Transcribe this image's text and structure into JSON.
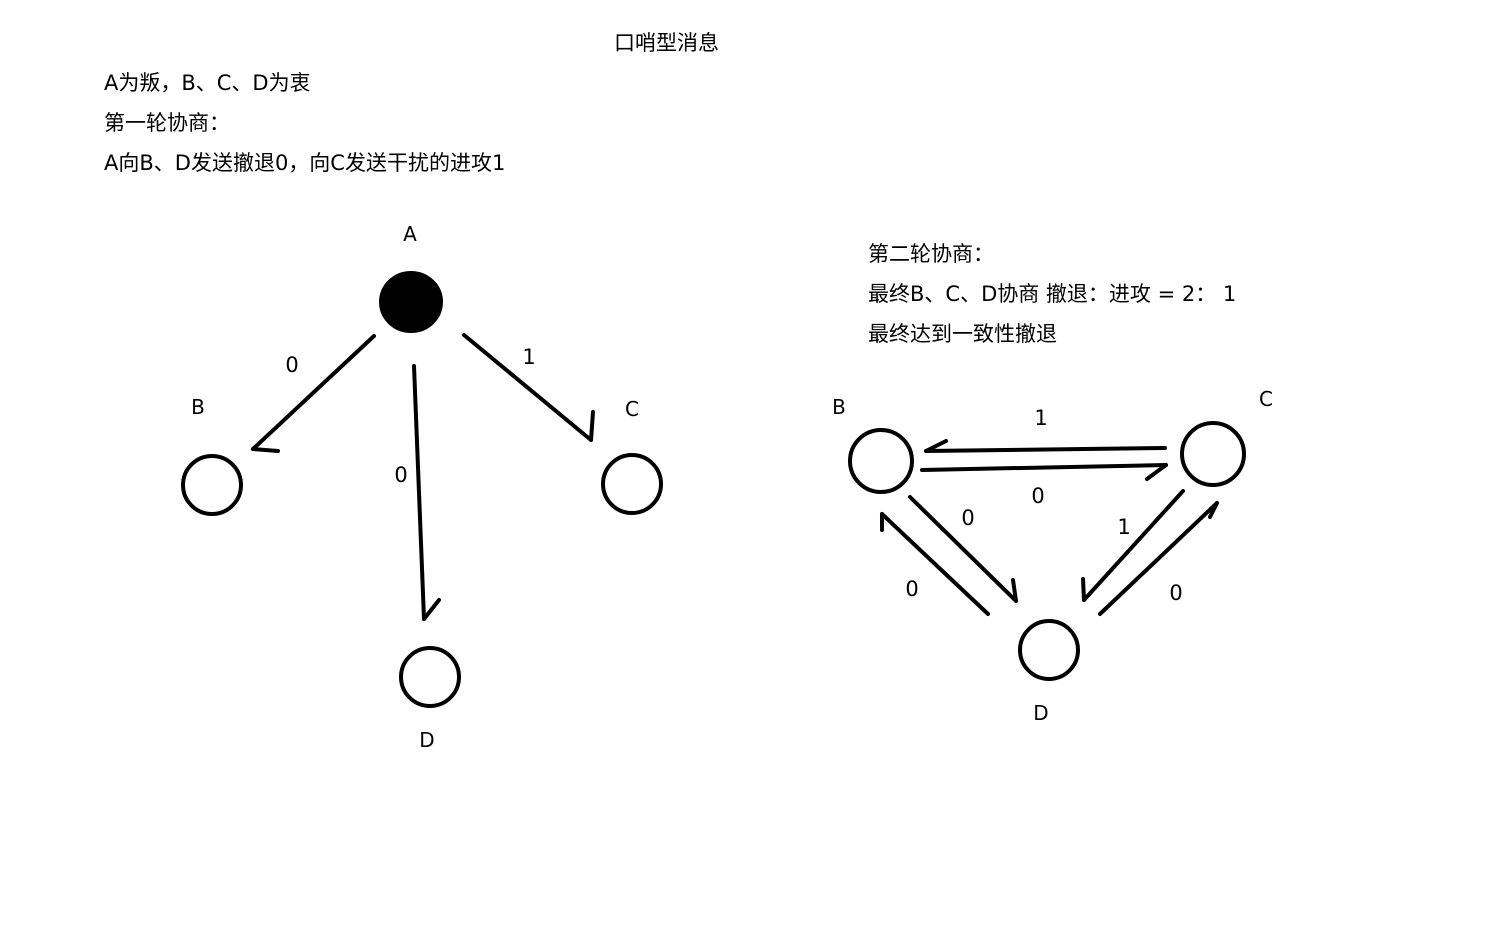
{
  "title": "口哨型消息",
  "round1": {
    "line1": "A为叛，B、C、D为衷",
    "line2": "第一轮协商：",
    "line3": "A向B、D发送撤退0，向C发送干扰的进攻1"
  },
  "round2": {
    "line1": "第二轮协商：",
    "line2": "最终B、C、D协商 撤退：进攻 = 2：  1",
    "line3": "最终达到一致性撤退"
  },
  "diagram1": {
    "nodes": {
      "a": "A",
      "b": "B",
      "c": "C",
      "d": "D"
    },
    "edges": {
      "a_to_b": "0",
      "a_to_d": "0",
      "a_to_c": "1"
    }
  },
  "diagram2": {
    "nodes": {
      "b": "B",
      "c": "C",
      "d": "D"
    },
    "edges": {
      "c_to_b": "1",
      "b_to_c": "0",
      "b_to_d": "0",
      "d_to_b": "0",
      "c_to_d": "1",
      "d_to_c": "0"
    }
  }
}
